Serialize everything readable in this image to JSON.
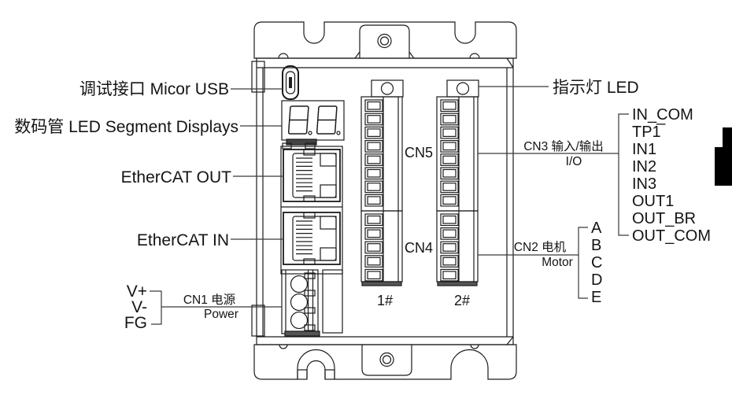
{
  "labels": {
    "debug_usb": "调试接口 Micor USB",
    "segment_display": "数码管 LED Segment Displays",
    "ethercat_out": "EtherCAT OUT",
    "ethercat_in": "EtherCAT IN",
    "indicator_led": "指示灯 LED"
  },
  "power": {
    "name_cn": "CN1 电源",
    "name_en": "Power",
    "pins": [
      "V+",
      "V-",
      "FG"
    ]
  },
  "io": {
    "name_cn": "CN3 输入/输出",
    "name_en": "I/O",
    "pins": [
      "IN_COM",
      "TP1̅",
      "IN1",
      "IN2",
      "IN3",
      "OUT1",
      "OUT_BR",
      "OUT_COM"
    ]
  },
  "motor": {
    "name_cn": "CN2 电机",
    "name_en": "Motor",
    "pins": [
      "A",
      "B",
      "C",
      "D",
      "E"
    ]
  },
  "connectors": {
    "cn5": "CN5",
    "cn4": "CN4",
    "block1": "1#",
    "block2": "2#"
  },
  "colors": {
    "line": "#1c1c1c",
    "marker": "#000000"
  }
}
